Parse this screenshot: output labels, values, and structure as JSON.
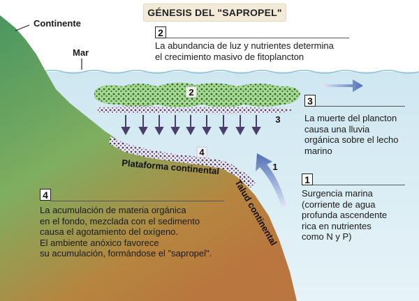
{
  "title": "GÉNESIS DEL \"SAPROPEL\"",
  "labels": {
    "continente": "Continente",
    "mar": "Mar",
    "plataforma": "Plataforma continental",
    "talud": "Talud continental"
  },
  "steps": [
    {
      "number": "2",
      "text": "La abundancia de luz y nutrientes determina\nel crecimiento masivo de fitoplancton"
    },
    {
      "number": "3",
      "text": "La muerte del plancton\ncausa una lluvia\norgánica sobre el lecho\nmarino"
    },
    {
      "number": "1",
      "text": "Surgencia marina\n(corriente de agua\nprofunda ascendente\nrica en nutrientes\ncomo N y P)"
    },
    {
      "number": "4",
      "text": "La acumulación de materia orgánica\nen el fondo, mezclada con el sedimento\ncausa el agotamiento del oxígeno.\nEl ambiente anóxico favorece\nsu acumulación, formándose el \"sapropel\"."
    }
  ],
  "in_diagram_markers": [
    "2",
    "3",
    "4",
    "1"
  ],
  "colors": {
    "water": "#d8ecf4",
    "land_green": "#5aa06a",
    "land_brown": "#b9763e",
    "plankton_green": "#8fcf7a",
    "plankton_dark": "#3c6b3a",
    "rain_dots": "#4a3e6a",
    "arrow_purple": "#4a3e6a",
    "current_arrow": "#5f7fc0"
  }
}
